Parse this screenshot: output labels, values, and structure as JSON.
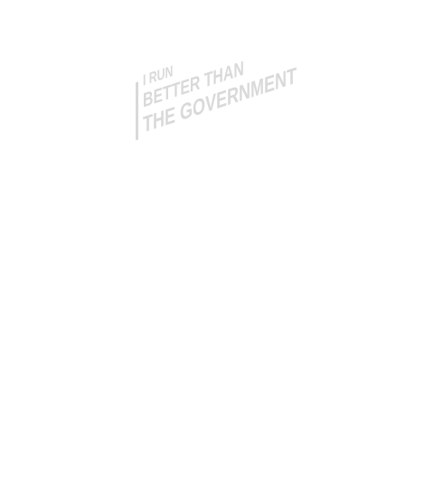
{
  "graphic": {
    "lines": [
      "I RUN",
      "BETTER THAN",
      "THE GOVERNMENT"
    ],
    "text_color": "#d9d9d9",
    "background_color": "#ffffff"
  }
}
